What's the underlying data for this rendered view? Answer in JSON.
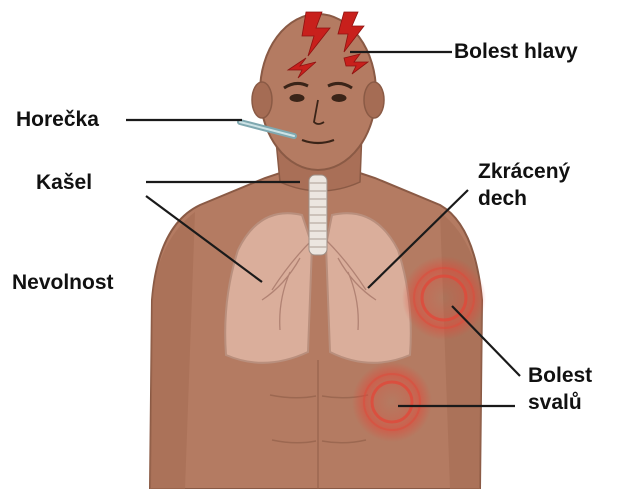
{
  "labels": {
    "headache": "Bolest hlavy",
    "fever": "Horečka",
    "cough": "Kašel",
    "shortness_line1": "Zkrácený",
    "shortness_line2": "dech",
    "nausea": "Nevolnost",
    "muscle_line1": "Bolest",
    "muscle_line2": "svalů"
  },
  "colors": {
    "skin": "#b47b62",
    "skin_shadow": "#9a6249",
    "lungs": "#e3bcaa",
    "pain_glow": "#e0493a",
    "lightning": "#c8201c",
    "leader_line": "#1a1a1a"
  }
}
